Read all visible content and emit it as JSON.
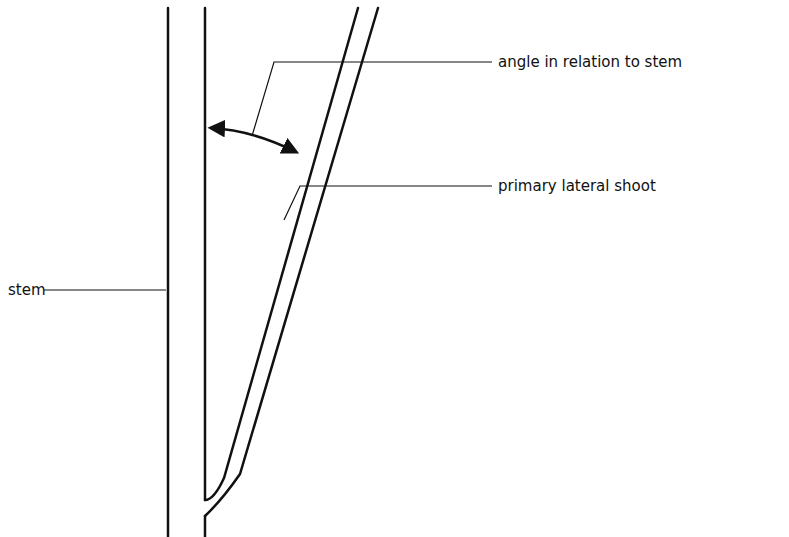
{
  "diagram": {
    "labels": [
      "angle in relation to stem",
      "primary lateral shoot",
      "stem"
    ]
  }
}
